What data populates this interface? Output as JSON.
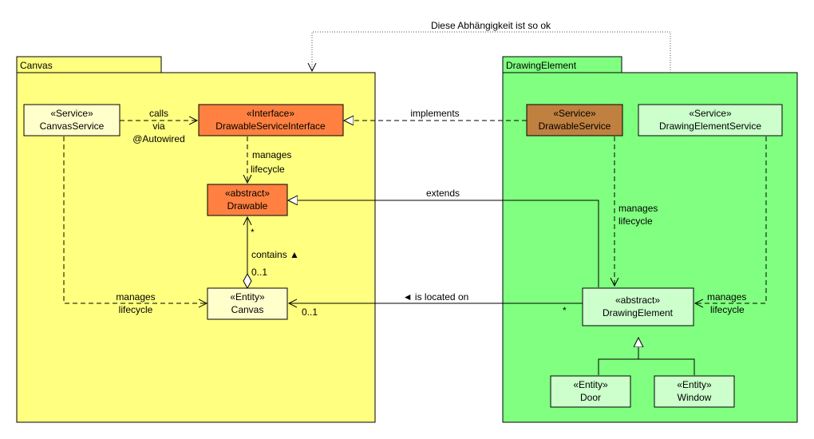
{
  "colors": {
    "package_canvas": "#ffff80",
    "package_drawing": "#80ff80",
    "class_light_yellow": "#ffffcc",
    "class_orange": "#ff8040",
    "class_brown": "#c08040",
    "class_light_green": "#ccffcc",
    "stroke": "#000000"
  },
  "packages": {
    "canvas": {
      "name": "Canvas"
    },
    "drawing_element": {
      "name": "DrawingElement"
    }
  },
  "classes": {
    "canvas_service": {
      "stereotype": "«Service»",
      "name": "CanvasService"
    },
    "drawable_service_interface": {
      "stereotype": "«Interface»",
      "name": "DrawableServiceInterface"
    },
    "drawable": {
      "stereotype": "«abstract»",
      "name": "Drawable"
    },
    "canvas": {
      "stereotype": "«Entity»",
      "name": "Canvas"
    },
    "drawable_service": {
      "stereotype": "«Service»",
      "name": "DrawableService"
    },
    "drawing_element_service": {
      "stereotype": "«Service»",
      "name": "DrawingElementService"
    },
    "drawing_element": {
      "stereotype": "«abstract»",
      "name": "DrawingElement"
    },
    "door": {
      "stereotype": "«Entity»",
      "name": "Door"
    },
    "window": {
      "stereotype": "«Entity»",
      "name": "Window"
    }
  },
  "labels": {
    "package_dependency": "Diese Abhängigkeit ist so ok",
    "calls_line1": "calls",
    "calls_line2": "via",
    "calls_line3": "@Autowired",
    "implements": "implements",
    "manages_interface_line1": "manages",
    "manages_interface_line2": "lifecycle",
    "extends": "extends",
    "contains": "contains ▲",
    "mult_contains_many": "*",
    "mult_contains_one": "0..1",
    "manages_canvas_line1": "manages",
    "manages_canvas_line2": "lifecycle",
    "located_on": "◄ is located on",
    "mult_located_canvas": "0..1",
    "mult_located_element": "*",
    "manages_drawable_line1": "manages",
    "manages_drawable_line2": "lifecycle",
    "manages_element_line1": "manages",
    "manages_element_line2": "lifecycle"
  }
}
